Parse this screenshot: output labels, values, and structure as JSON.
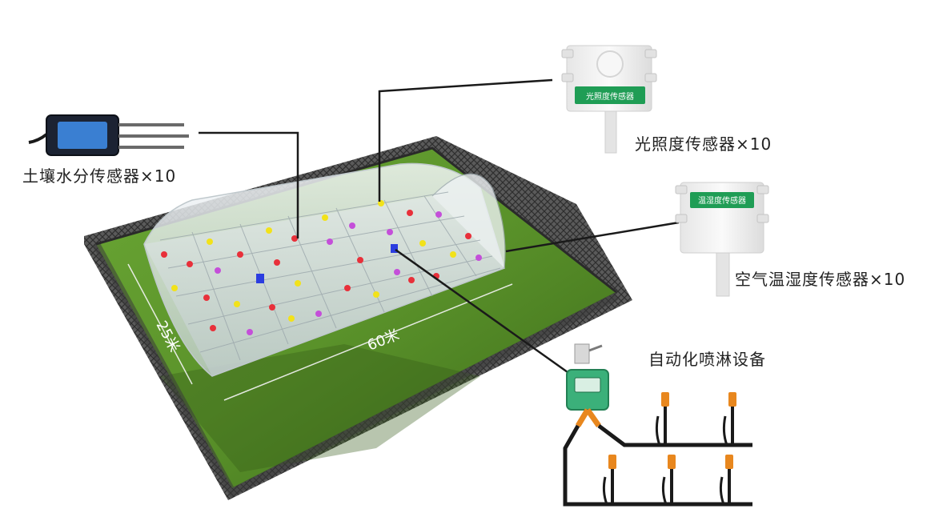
{
  "labels": {
    "soil_sensor": "土壤水分传感器×10",
    "light_sensor": "光照度传感器×10",
    "air_sensor": "空气温湿度传感器×10",
    "spray_device": "自动化喷淋设备"
  },
  "dimensions": {
    "width": "25米",
    "length": "60米"
  },
  "device_plates": {
    "light": "光照度传感器",
    "air": "温湿度传感器"
  },
  "colors": {
    "grass": "#5f9a2e",
    "grass_dark": "#3f6b1c",
    "fence": "#4a4a4a",
    "greenhouse_glass": "#dfe6ea",
    "plate_green": "#1f9d55",
    "sensor_body": "#f2f2f2",
    "nozzle_orange": "#e8871e",
    "pipe": "#1a1a1a",
    "dot_red": "#e8303a",
    "dot_yellow": "#f2e21a",
    "dot_purple": "#c44fd9",
    "dot_blue": "#2b3de0"
  },
  "icons": [
    "soil-probe-icon",
    "light-sensor-icon",
    "air-sensor-icon",
    "controller-icon",
    "sprinkler-nozzle-icon"
  ]
}
